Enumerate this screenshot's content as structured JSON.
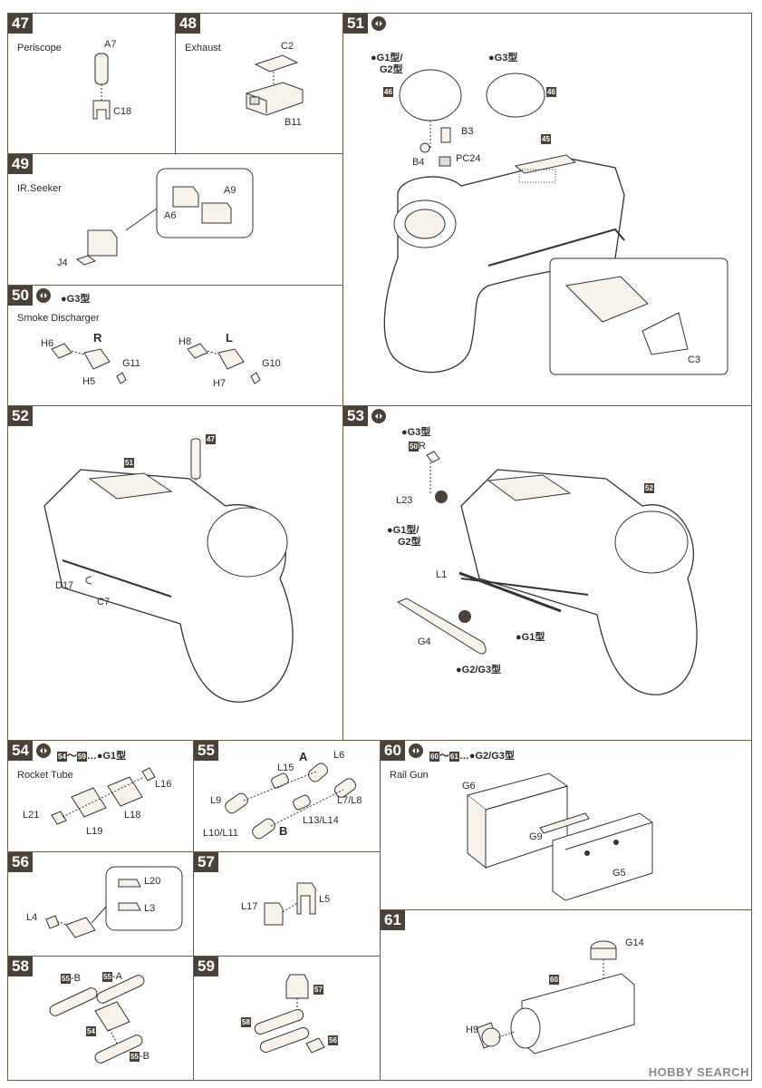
{
  "steps": {
    "s47": {
      "num": "47",
      "title": "Periscope",
      "parts": [
        "A7",
        "C18"
      ]
    },
    "s48": {
      "num": "48",
      "title": "Exhaust",
      "parts": [
        "C2",
        "B11"
      ]
    },
    "s49": {
      "num": "49",
      "title": "IR.Seeker",
      "parts": [
        "A9",
        "A6",
        "J4"
      ]
    },
    "s50": {
      "num": "50",
      "variant": "G3型",
      "title": "Smoke Discharger",
      "side_r": "R",
      "side_l": "L",
      "parts": [
        "H6",
        "G11",
        "H5",
        "H8",
        "G10",
        "H7"
      ]
    },
    "s51": {
      "num": "51",
      "variant_a": "G1型/",
      "variant_a2": "G2型",
      "variant_b": "G3型",
      "refs": [
        "46",
        "46",
        "45"
      ],
      "parts": [
        "B3",
        "B4",
        "PC24",
        "C3"
      ]
    },
    "s52": {
      "num": "52",
      "refs": [
        "51",
        "47"
      ],
      "parts": [
        "D17",
        "C7"
      ]
    },
    "s53": {
      "num": "53",
      "variant": "G3型",
      "ref50": "50",
      "ref50_side": "R",
      "ref52": "52",
      "variant_g12": "G1型/",
      "variant_g12b": "G2型",
      "variant_g1": "G1型",
      "variant_g23": "G2/G3型",
      "parts": [
        "L23",
        "L1",
        "G4"
      ]
    },
    "s54": {
      "num": "54",
      "range_a": "54",
      "range_sep": "～",
      "range_b": "59",
      "range_tail": "…",
      "variant": "G1型",
      "title": "Rocket Tube",
      "parts": [
        "L16",
        "L21",
        "L18",
        "L19"
      ]
    },
    "s55": {
      "num": "55",
      "sub_a": "A",
      "sub_b": "B",
      "parts": [
        "L6",
        "L15",
        "L9",
        "L7/L8",
        "L13/L14",
        "L10/L11"
      ]
    },
    "s56": {
      "num": "56",
      "parts": [
        "L20",
        "L4",
        "L3"
      ]
    },
    "s57": {
      "num": "57",
      "parts": [
        "L5",
        "L17"
      ]
    },
    "s58": {
      "num": "58",
      "refs": [
        "55",
        "55",
        "54",
        "55"
      ],
      "ref_suffixes": [
        "-B",
        "-A",
        "",
        "-B"
      ]
    },
    "s59": {
      "num": "59",
      "refs": [
        "57",
        "58",
        "56"
      ]
    },
    "s60": {
      "num": "60",
      "range_a": "60",
      "range_sep": "～",
      "range_b": "61",
      "range_tail": "…",
      "variant": "G2/G3型",
      "title": "Rail Gun",
      "parts": [
        "G6",
        "G9",
        "G5"
      ]
    },
    "s61": {
      "num": "61",
      "ref": "60",
      "parts": [
        "G14",
        "H9"
      ]
    }
  },
  "watermark": {
    "brand": "HOBBY",
    "brand2": " SEARCH"
  },
  "colors": {
    "panel_border": "#6b5a3e",
    "step_bg": "#4a4238",
    "line": "#333333",
    "fill": "#f7f3ea"
  }
}
